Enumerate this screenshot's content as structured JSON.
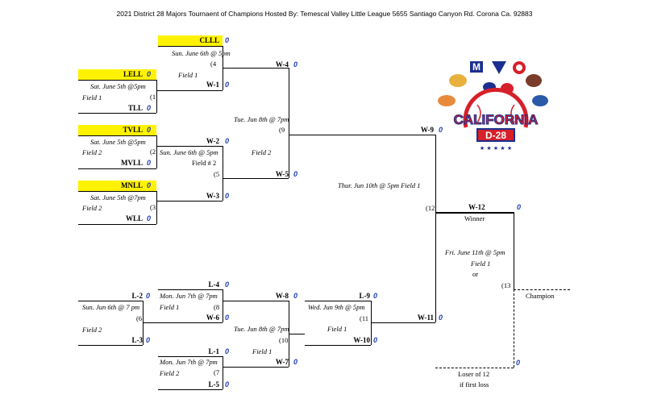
{
  "header": {
    "title": "2021 District 28 Majors Tournaent of Champions Hosted By: Temescal Valley  Little League  5655 Santiago Canyon Rd. Corona Ca. 92883"
  },
  "g1": {
    "team": "CLLL",
    "score": "0",
    "info": "Sun. June 6th @ 5pm",
    "num": "(4",
    "field": "Field 1",
    "bottom": "W-1",
    "bscore": "0"
  },
  "g2": {
    "team": "LELL",
    "score": "0",
    "info": "Sat. June 5th @5pm",
    "num": "(1",
    "field": "Field 1",
    "bottom": "TLL",
    "bscore": "0"
  },
  "g3": {
    "team": "TVLL",
    "score": "0",
    "info": "Sat. June 5th @5pm",
    "num": "(2",
    "field": "Field 2",
    "bottom": "MVLL",
    "bscore": "0"
  },
  "g4": {
    "team": "MNLL",
    "score": "0",
    "info": "Sat. June 5th @7pm",
    "num": "(3",
    "field": "Field 2",
    "bottom": "WLL",
    "bscore": "0"
  },
  "g5": {
    "team": "W-2",
    "score": "0",
    "info": "Sun. June 6th @ 5pm",
    "num": "(5",
    "field": "Field # 2",
    "bottom": "W-3",
    "bscore": "0"
  },
  "g6": {
    "team": "W-4",
    "score": "0",
    "info": "Tue. Jun 8th @ 7pm",
    "num": "(9",
    "field": "Field 2",
    "bottom": "W-5",
    "bscore": "0"
  },
  "g7": {
    "team": "W-9",
    "score": "0",
    "info": "Thur. Jun 10th @ 5pm Field 1",
    "num": "(12",
    "bottom": "W-11",
    "bscore": "0"
  },
  "g8": {
    "team": "W-12",
    "score": "0",
    "winner": "Winner",
    "info": "Fri. June 11th @ 5pm",
    "field": "Field 1",
    "or": "or",
    "num": "(13",
    "champion": "Champion",
    "loser": "Loser of 12",
    "loser2": "if first loss",
    "lscore": "0"
  },
  "g9": {
    "team": "L-2",
    "score": "0",
    "info": "Sun. Jun 6th @ 7 pm",
    "num": "(6",
    "field": "Field 2",
    "bottom": "L-3",
    "bscore": "0"
  },
  "g10": {
    "team": "L-4",
    "score": "0",
    "info": "Mon. Jun 7th @ 7pm",
    "num": "(8",
    "field": "Field 1",
    "bottom": "W-6",
    "bscore": "0"
  },
  "g11": {
    "team": "L-1",
    "score": "0",
    "info": "Mon. Jun 7th @ 7pm",
    "num": "(7",
    "field": "Field 2",
    "bottom": "L-5",
    "bscore": "0"
  },
  "g12": {
    "team": "W-8",
    "score": "0",
    "info": "Tue. Jun 8th @ 7pm",
    "num": "(10",
    "field": "Field 1",
    "bottom": "W-7",
    "bscore": "0"
  },
  "g13": {
    "team": "L-9",
    "score": "0",
    "info": "Wed. Jun 9th @ 5pm",
    "num": "(11",
    "field": "Field 1",
    "bottom": "W-10",
    "bscore": "0"
  },
  "logo": {
    "line1": "CALIFORNIA",
    "line2": "D-28",
    "badge": "M",
    "primary": "#1a2f8f",
    "accent": "#d6202a"
  }
}
